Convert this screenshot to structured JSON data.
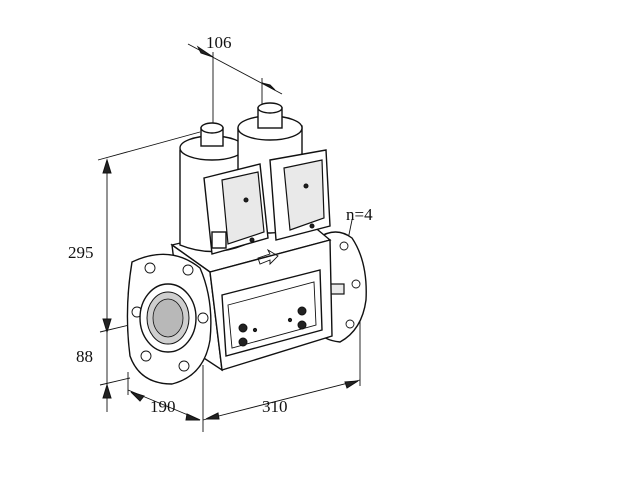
{
  "figure": {
    "dimensions": {
      "top_width": "106",
      "height_total": "295",
      "height_bottom": "88",
      "depth": "190",
      "length": "310",
      "bolt_count": "n=4"
    }
  }
}
